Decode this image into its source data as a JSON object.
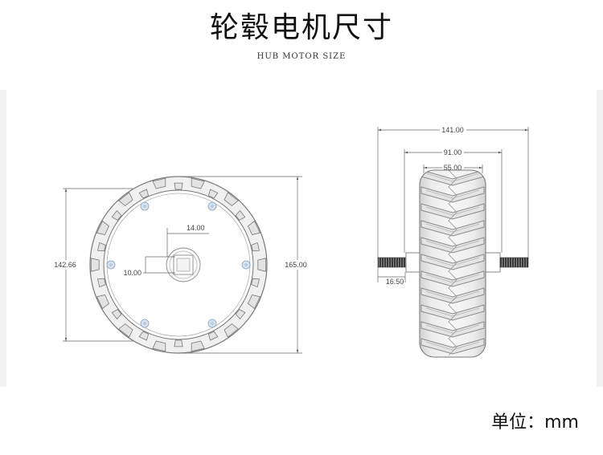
{
  "header": {
    "title": "轮毂电机尺寸",
    "subtitle": "HUB MOTOR SIZE"
  },
  "front_view": {
    "dimensions": {
      "hub_bore": "14.00",
      "hub_offset": "10.00",
      "rim_diameter": "142.66",
      "tire_diameter": "165.00"
    }
  },
  "side_view": {
    "dimensions": {
      "axle_length": "141.00",
      "hub_width": "91.00",
      "tread_width": "55.00",
      "thread_length": "16.50"
    }
  },
  "footer": {
    "unit_label": "单位：mm"
  },
  "colors": {
    "line": "#666666",
    "tire": "#f0f0f0",
    "bolt": "#d6e4f2",
    "thread": "#3a3a3a"
  }
}
